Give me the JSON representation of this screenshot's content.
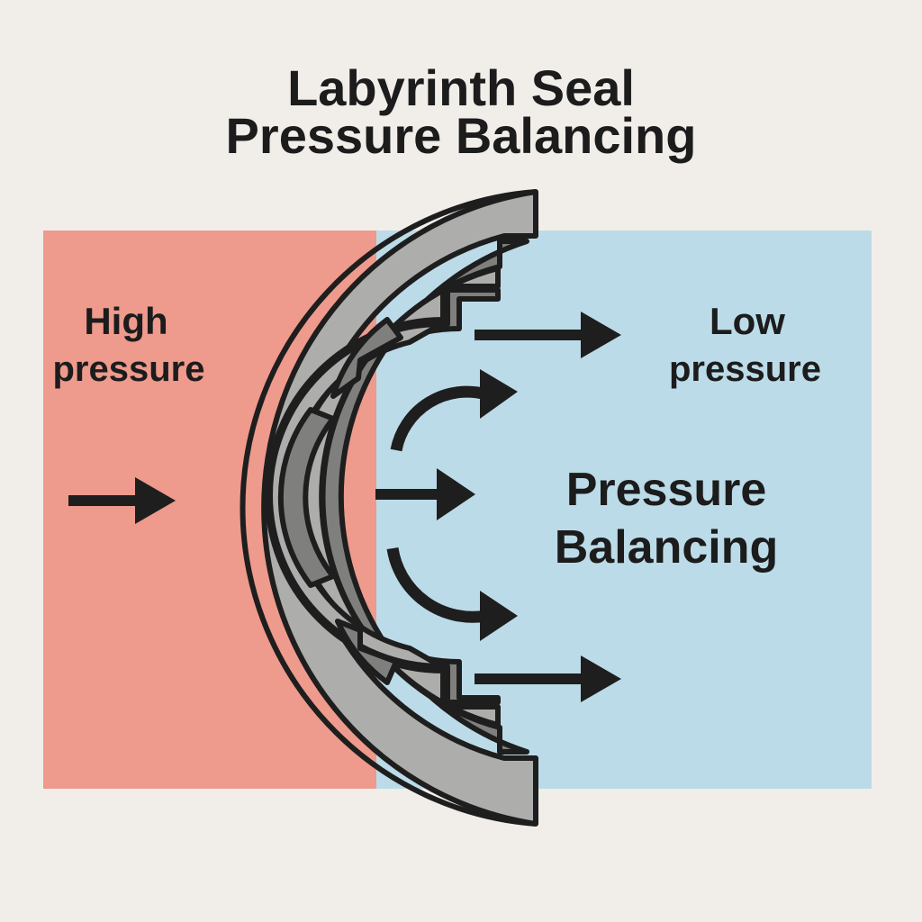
{
  "title": {
    "line1": "Labyrinth Seal",
    "line2": "Pressure Balancing"
  },
  "regions": {
    "high": {
      "line1": "High",
      "line2": "pressure",
      "color": "#ee9a8c"
    },
    "low": {
      "line1": "Low",
      "line2": "pressure",
      "color": "#bcdbe8"
    }
  },
  "center_label": {
    "line1": "Pressure",
    "line2": "Balancing"
  },
  "colors": {
    "seal_light": "#adadab",
    "seal_dark": "#7f7f7d",
    "outline": "#1e1e1e",
    "arrow": "#1e1e1e",
    "background": "#f1eeea"
  }
}
